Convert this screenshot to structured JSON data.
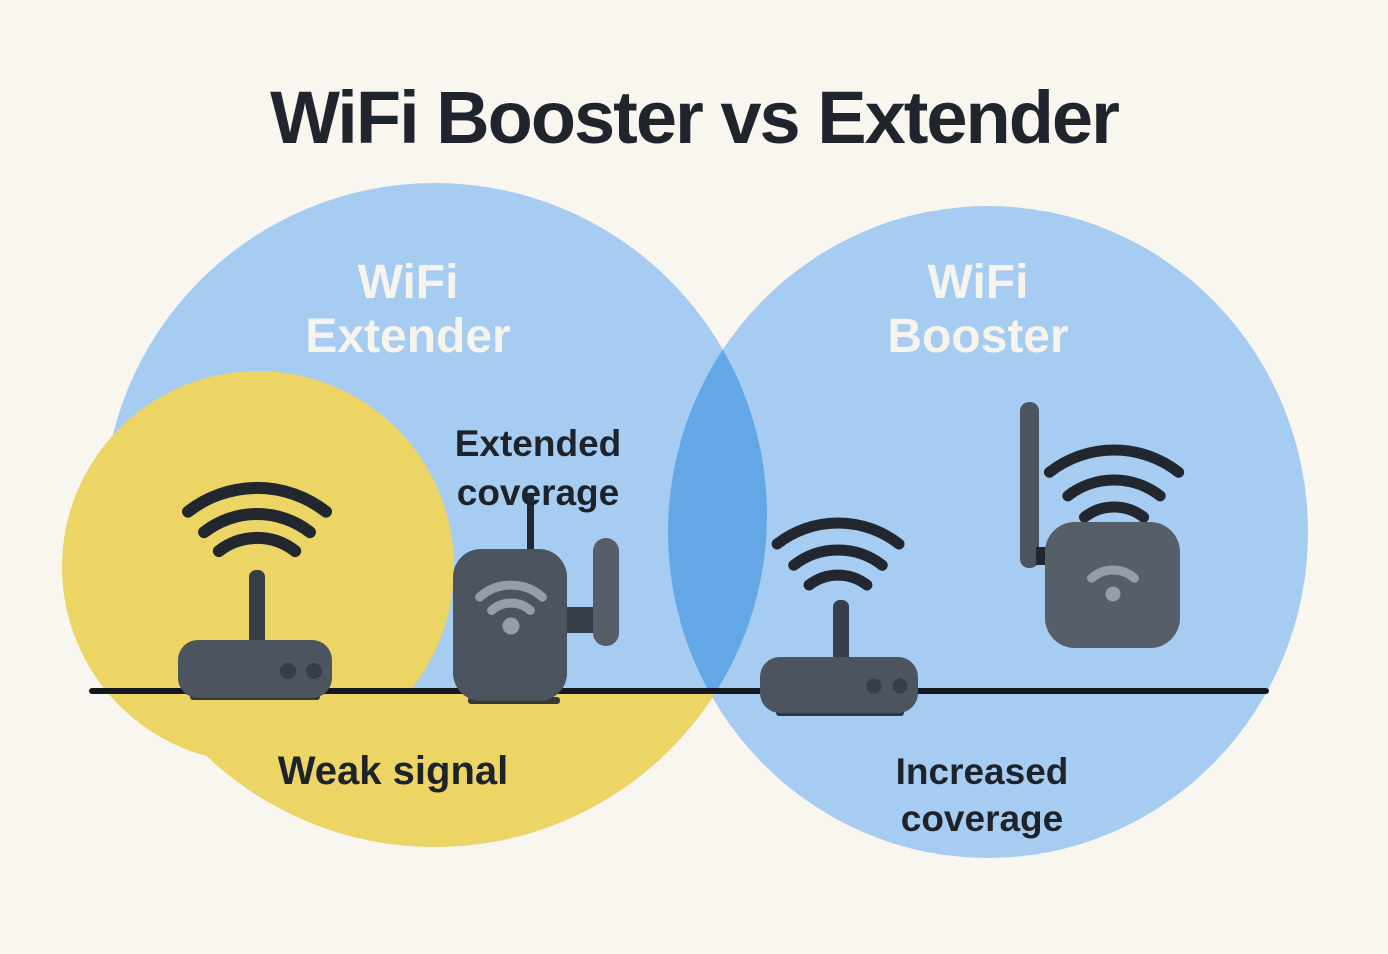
{
  "title": "WiFi Booster vs Extender",
  "left_section": {
    "circle_label_line1": "WiFi",
    "circle_label_line2": "Extender",
    "highlight_label": "Weak signal",
    "annotation_line1": "Extended",
    "annotation_line2": "coverage"
  },
  "right_section": {
    "circle_label_line1": "WiFi",
    "circle_label_line2": "Booster",
    "annotation_line1": "Increased",
    "annotation_line2": "coverage"
  },
  "icons": {
    "left_router": "wifi-router-icon",
    "left_signal": "wifi-signal-icon",
    "extender_device": "wifi-extender-device-icon",
    "right_router": "wifi-router-icon",
    "right_signal": "wifi-signal-icon",
    "booster_device": "wifi-booster-device-icon",
    "floor": "floor-line"
  },
  "colors": {
    "background": "#f9f6ef",
    "circle_blue": "#a6ccf2",
    "overlap_blue": "#64a7e6",
    "highlight_yellow": "#ecd564",
    "floor_line": "#15191f",
    "signal_arc_dark": "#22272f",
    "device_body": "#4c5460",
    "device_body_light": "#565e68",
    "device_detail_dark": "#363e49",
    "device_glyph_light": "#969da6",
    "title_text": "#20242c",
    "label_on_blue": "#f7f4ed",
    "annotation_text": "#1e232b"
  }
}
